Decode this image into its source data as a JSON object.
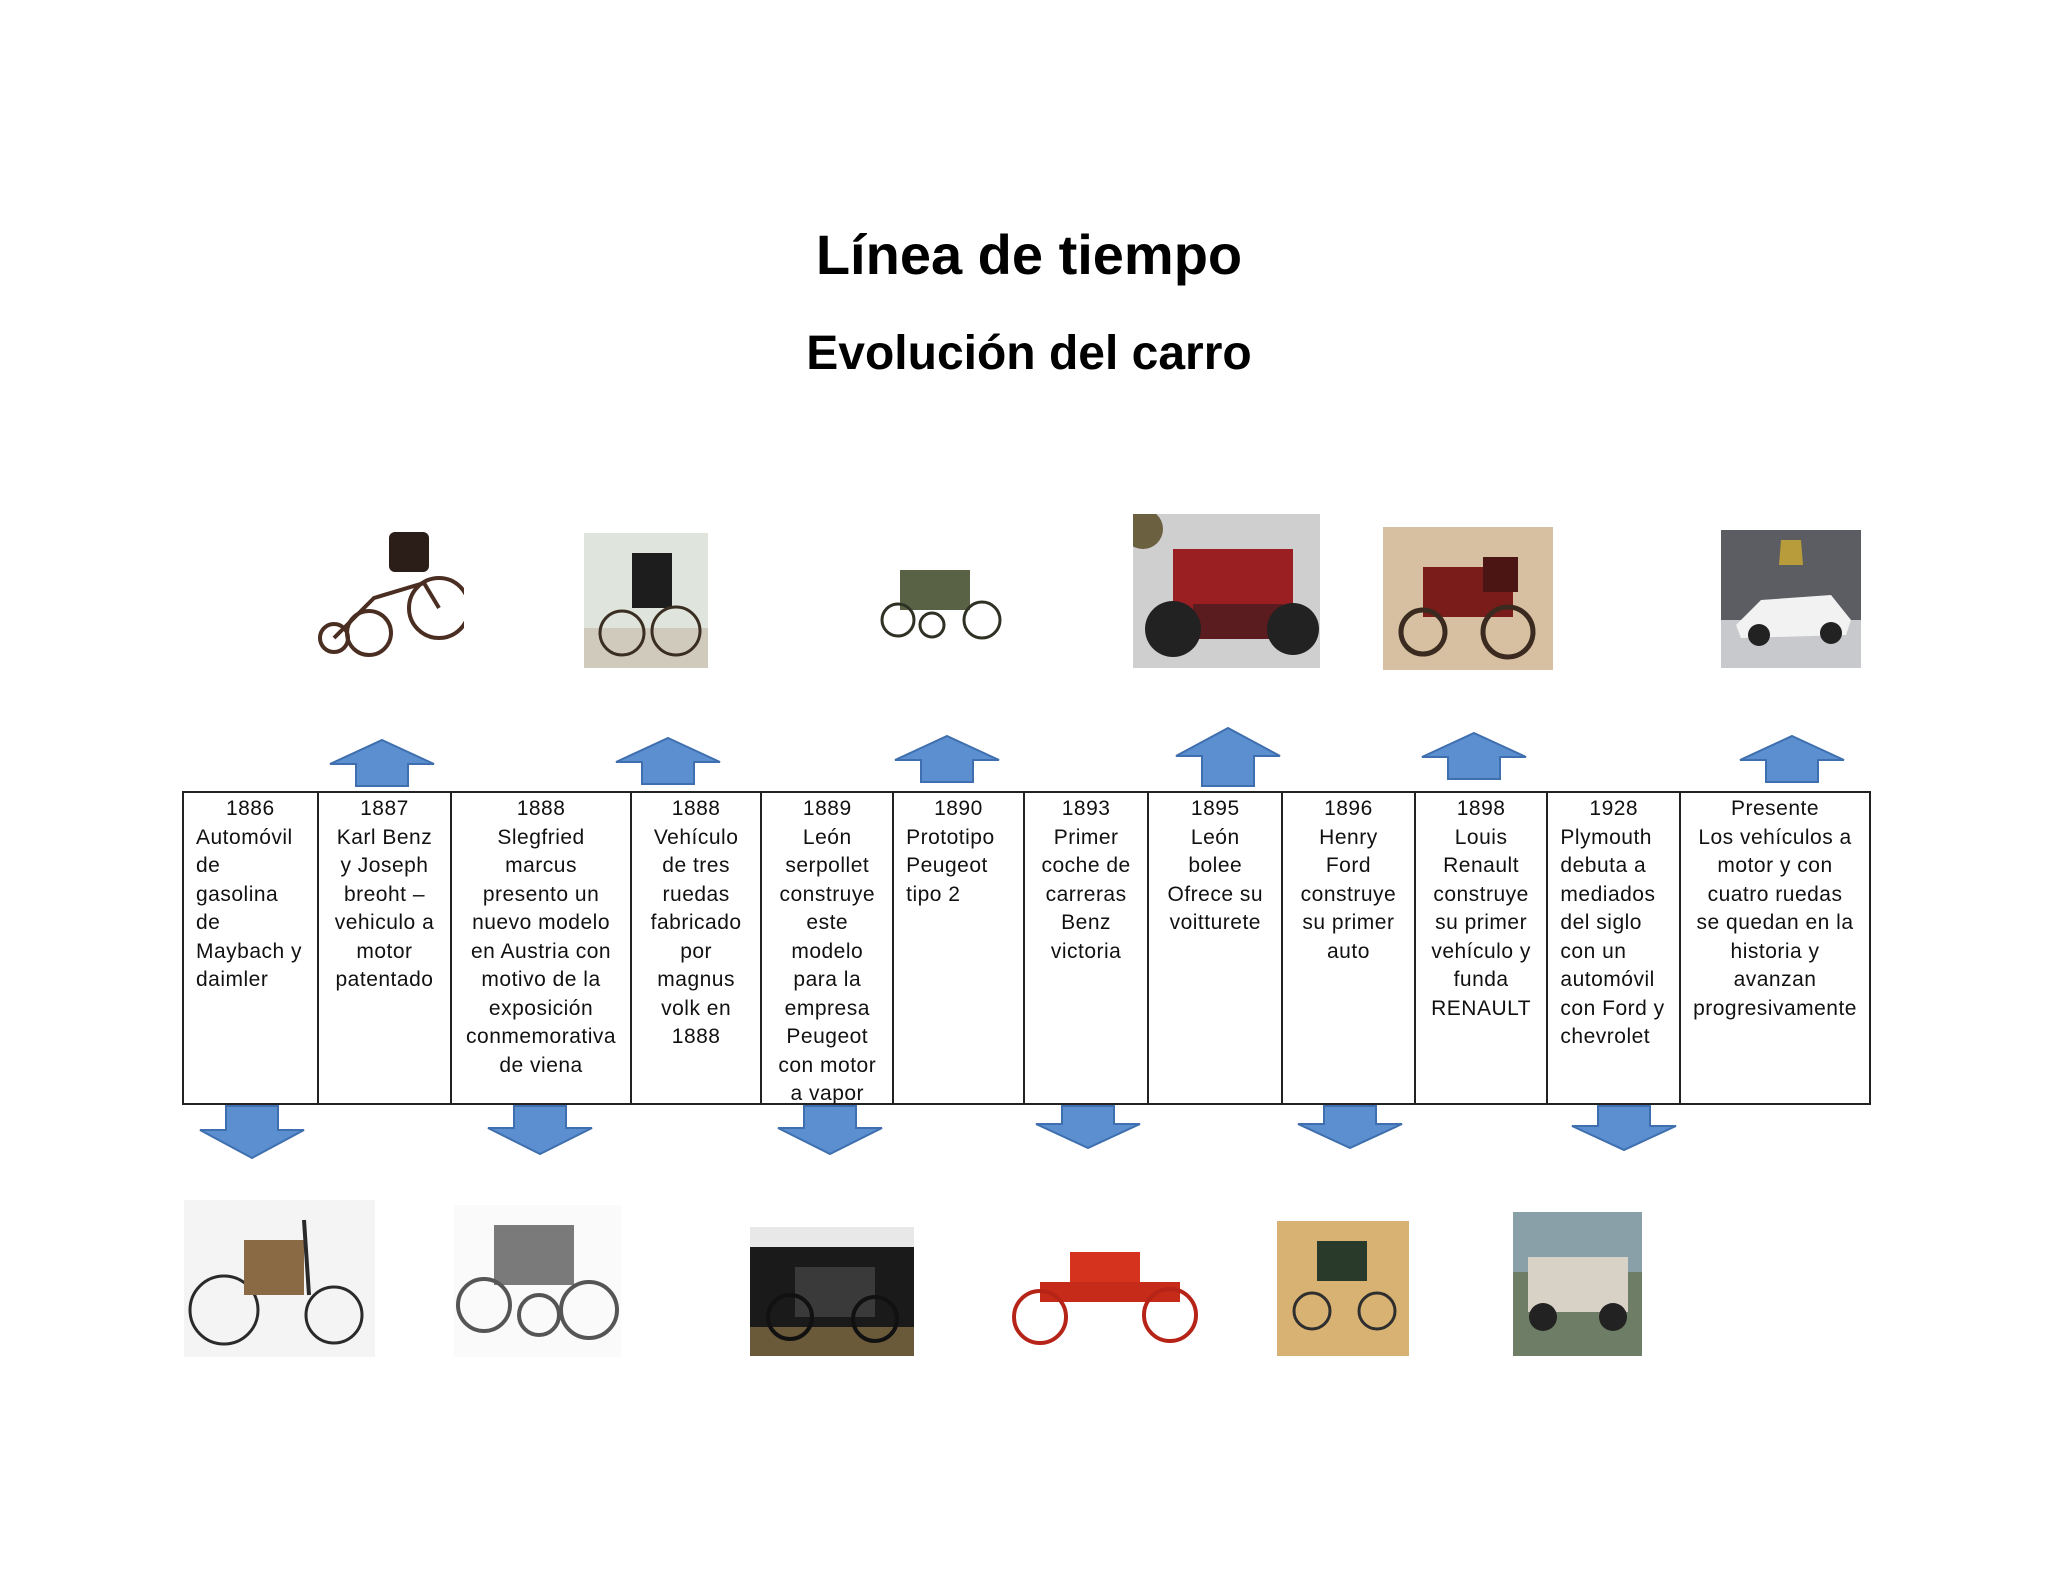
{
  "header": {
    "title": "Línea de tiempo",
    "subtitle": "Evolución del carro"
  },
  "events": [
    {
      "year": "1886",
      "text": "Automóvil de gasolina de Maybach y daimler"
    },
    {
      "year": "1887",
      "text": "Karl Benz y Joseph breoht – vehiculo a motor patentado"
    },
    {
      "year": "1888",
      "text": "Slegfried marcus presento un nuevo modelo en Austria con motivo de la exposición conmemorativa de viena"
    },
    {
      "year": "1888",
      "text": "Vehículo de tres ruedas fabricado por magnus volk en 1888"
    },
    {
      "year": "1889",
      "text": "León serpollet construye este modelo para la empresa Peugeot con motor a vapor"
    },
    {
      "year": "1890",
      "text": "Prototipo Peugeot tipo 2"
    },
    {
      "year": "1893",
      "text": "Primer coche de carreras Benz victoria"
    },
    {
      "year": "1895",
      "text": "León bolee Ofrece su voitturete"
    },
    {
      "year": "1896",
      "text": "Henry Ford construye su primer auto"
    },
    {
      "year": "1898",
      "text": "Louis Renault construye su primer vehículo y funda RENAULT"
    },
    {
      "year": "1928",
      "text": "Plymouth debuta a mediados del siglo con un automóvil con Ford y chevrolet"
    },
    {
      "year": "Presente",
      "text": "Los vehículos a motor y con cuatro ruedas se quedan en la historia y avanzan progresivamente"
    }
  ],
  "colors": {
    "arrow_fill": "#5b8fd0",
    "arrow_stroke": "#3f6fae",
    "border": "#222222"
  }
}
